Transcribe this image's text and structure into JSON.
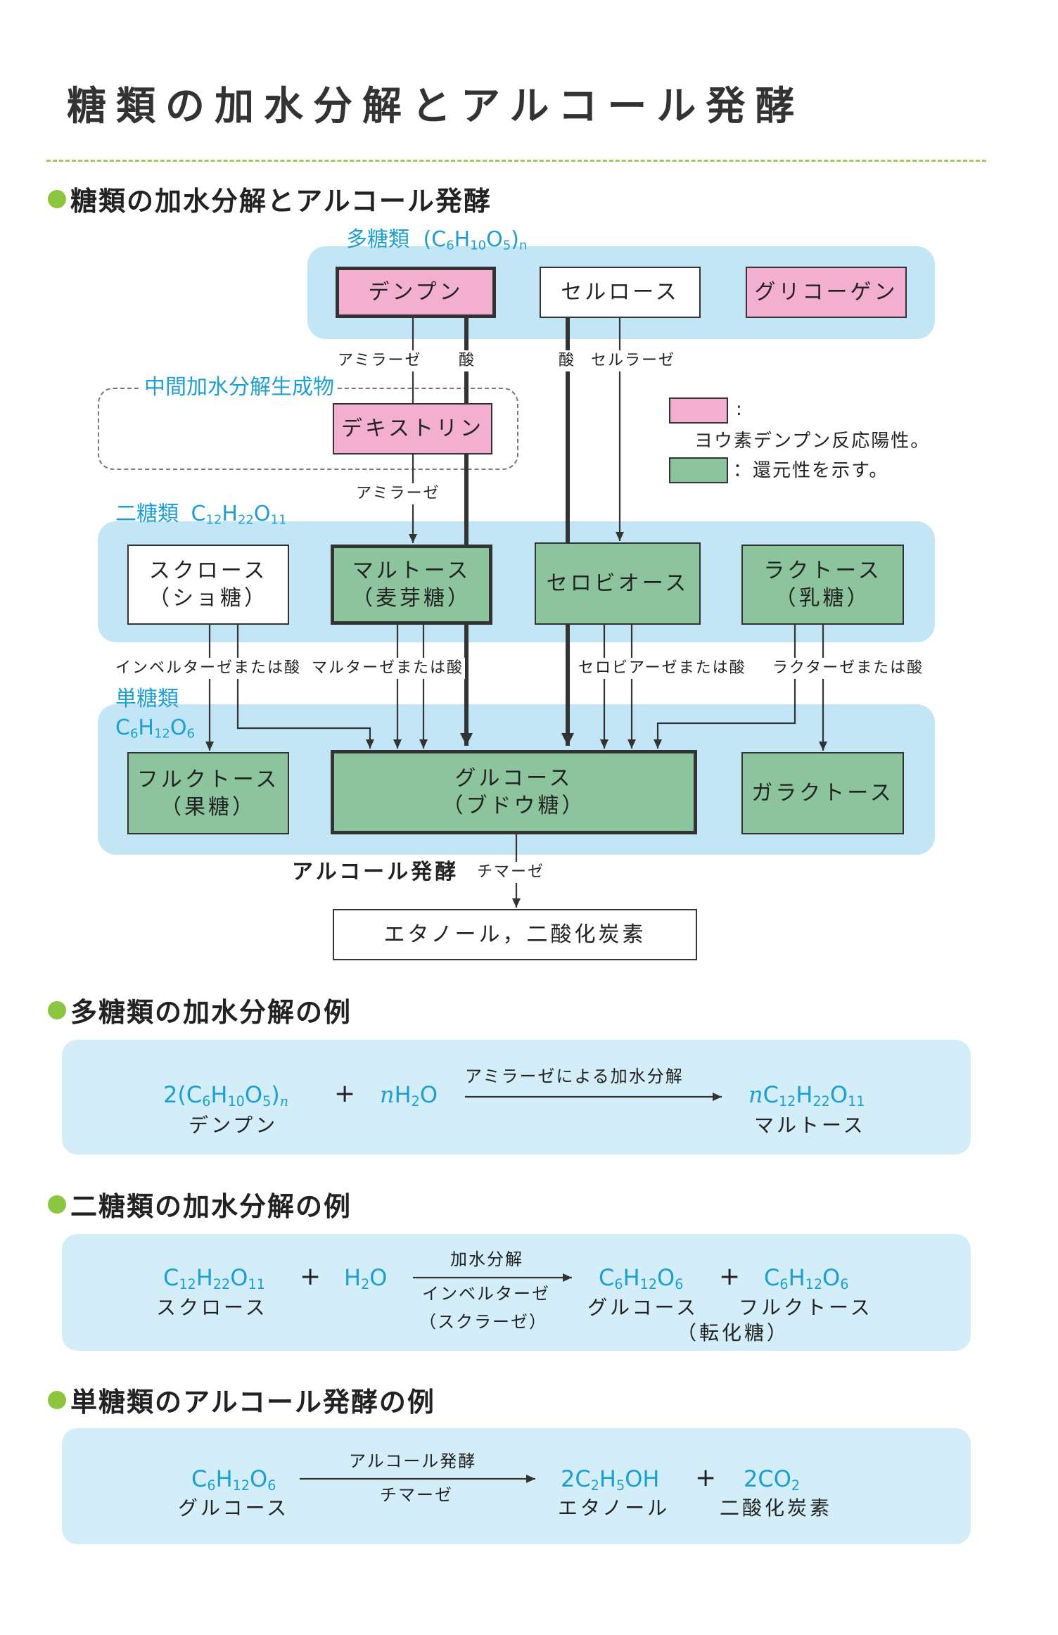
{
  "colors": {
    "cyan": "#1b9fd5",
    "pink": "#f3afd0",
    "green": "#8cc59d",
    "band": "#c2e6f6",
    "panel": "#d3eef8",
    "bullet": "#8cc63f",
    "rule": "#9cca5c"
  },
  "title": "糖類の加水分解とアルコール発酵",
  "sections": {
    "overview": "糖類の加水分解とアルコール発酵",
    "polysaccharide_example": "多糖類の加水分解の例",
    "disaccharide_example": "二糖類の加水分解の例",
    "fermentation_example": "単糖類のアルコール発酵の例"
  },
  "diagram": {
    "poly": {
      "label": "多糖類",
      "formula": "(C6H10O5)n",
      "starch": "デンプン",
      "cellulose": "セルロース",
      "glycogen": "グリコーゲン"
    },
    "poly_enzymes": {
      "starch_amylase": "アミラーゼ",
      "starch_acid": "酸",
      "cellulose_acid": "酸",
      "cellulase": "セルラーゼ"
    },
    "intermediate": {
      "label": "中間加水分解生成物",
      "dextrin": "デキストリン",
      "enzyme": "アミラーゼ"
    },
    "legend": {
      "pink_colon": ":",
      "pink_text": "ヨウ素デンプン反応陽性。",
      "green_text": "：還元性を示す。"
    },
    "di": {
      "label": "二糖類",
      "formula": "C12H22O11",
      "sucrose": {
        "name": "スクロース",
        "alias": "（ショ糖）",
        "enzyme": "インベルターゼまたは酸"
      },
      "maltose": {
        "name": "マルトース",
        "alias": "（麦芽糖）",
        "enzyme": "マルターゼまたは酸"
      },
      "cellobiose": {
        "name": "セロビオース",
        "enzyme": "セロビアーゼまたは酸"
      },
      "lactose": {
        "name": "ラクトース",
        "alias": "（乳糖）",
        "enzyme": "ラクターゼまたは酸"
      }
    },
    "mono": {
      "label": "単糖類",
      "formula": "C6H12O6",
      "fructose": {
        "name": "フルクトース",
        "alias": "（果糖）"
      },
      "glucose": {
        "name": "グルコース",
        "alias": "（ブドウ糖）"
      },
      "galactose": {
        "name": "ガラクトース"
      }
    },
    "fermentation": {
      "label": "アルコール発酵",
      "enzyme": "チマーゼ",
      "products": "エタノール，二酸化炭素"
    }
  },
  "examples": {
    "poly": {
      "reactant1": {
        "formula": "2(C6H10O5)n",
        "name": "デンプン"
      },
      "plus": "+",
      "reactant2": {
        "formula": "nH2O"
      },
      "arrow_above": "アミラーゼによる加水分解",
      "product": {
        "formula": "nC12H22O11",
        "name": "マルトース"
      }
    },
    "di": {
      "reactant1": {
        "formula": "C12H22O11",
        "name": "スクロース"
      },
      "plus1": "+",
      "reactant2": {
        "formula": "H2O"
      },
      "arrow_above": "加水分解",
      "arrow_below": [
        "インベルターゼ",
        "（スクラーゼ）"
      ],
      "product1": {
        "formula": "C6H12O6",
        "name": "グルコース"
      },
      "plus2": "+",
      "product2": {
        "formula": "C6H12O6",
        "name": "フルクトース"
      },
      "note": "（転化糖）"
    },
    "mono": {
      "reactant": {
        "formula": "C6H12O6",
        "name": "グルコース"
      },
      "arrow_above": "アルコール発酵",
      "arrow_below": "チマーゼ",
      "product1": {
        "formula": "2C2H5OH",
        "name": "エタノール"
      },
      "plus": "+",
      "product2": {
        "formula": "2CO2",
        "name": "二酸化炭素"
      }
    }
  }
}
